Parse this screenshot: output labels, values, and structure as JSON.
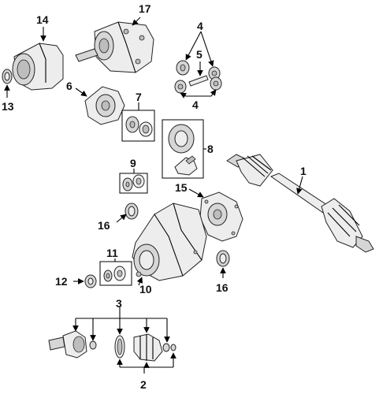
{
  "callouts": {
    "c1": "1",
    "c2": "2",
    "c3": "3",
    "c4a": "4",
    "c4b": "4",
    "c5": "5",
    "c6": "6",
    "c7": "7",
    "c8": "8",
    "c9": "9",
    "c10": "10",
    "c11": "11",
    "c12": "12",
    "c13": "13",
    "c14": "14",
    "c15": "15",
    "c16a": "16",
    "c16b": "16",
    "c17": "17"
  },
  "colors": {
    "line": "#000000",
    "part_fill": "#ededed",
    "part_shade": "#bdbdbd"
  }
}
